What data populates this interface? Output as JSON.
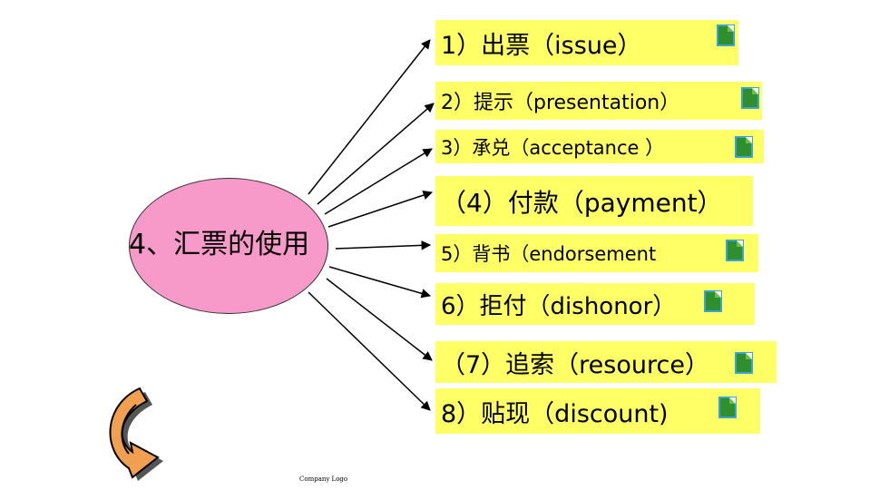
{
  "diagram": {
    "center": "4、汇票的使用",
    "items": [
      "1）出票（issue）",
      "2）提示（presentation）",
      "3）承兑（acceptance ）",
      "（4）付款（payment）",
      "5）背书（endorsement",
      "6）拒付（dishonor）",
      "（7）追索（resource）",
      "8）贴现（discount)"
    ]
  },
  "footer": {
    "company_logo": "Company Logo"
  },
  "colors": {
    "label_fill": "#ffff66",
    "center_fill": "#f799c9",
    "icon_fill": "#2f8f2f",
    "icon_border": "#3aa3d8"
  },
  "icons": [
    "document-icon",
    "curved-arrow-icon"
  ]
}
